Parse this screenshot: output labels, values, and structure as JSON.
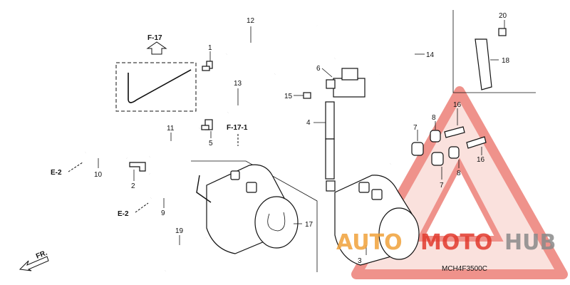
{
  "callouts": {
    "c1": "1",
    "c2": "2",
    "c3": "3",
    "c4": "4",
    "c5": "5",
    "c6": "6",
    "c7a": "7",
    "c7b": "7",
    "c8a": "8",
    "c8b": "8",
    "c9": "9",
    "c10": "10",
    "c11": "11",
    "c12": "12",
    "c13": "13",
    "c14": "14",
    "c15": "15",
    "c16a": "16",
    "c16b": "16",
    "c17": "17",
    "c18": "18",
    "c19": "19",
    "c20": "20"
  },
  "references": {
    "f17": "F-17",
    "f17_1": "F-17-1",
    "e2_top": "E-2",
    "e2_bottom": "E-2",
    "front": "FR."
  },
  "diagram_code": "MCH4F3500C",
  "watermark": {
    "part1": "AUTO",
    "part2": "MOTO",
    "part3": "HUB",
    "color_red": "#e23a2e",
    "color_orange": "#f0a23a",
    "color_gray": "#8a8a8a"
  }
}
